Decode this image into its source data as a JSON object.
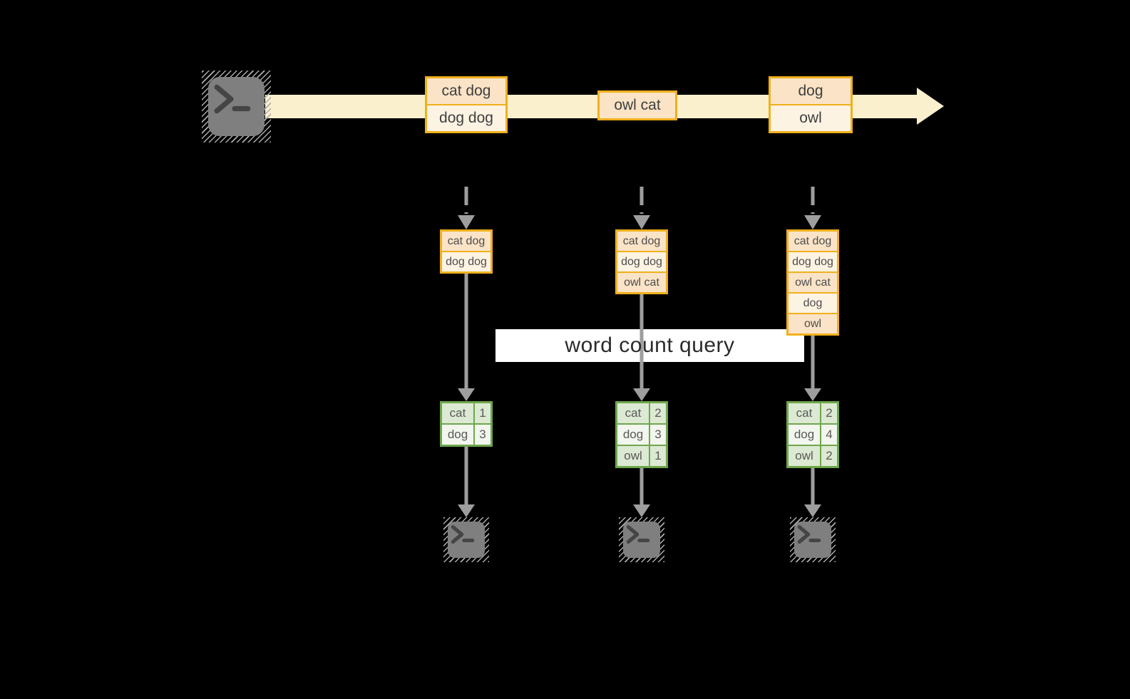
{
  "colors": {
    "background": "#000000",
    "stream_band": "#FBF0CE",
    "event_border": "#F0B01D",
    "event_fill_dark": "#FAE3C6",
    "event_fill_light": "#FDF3E3",
    "table_border": "#6FA64C",
    "table_fill_dark": "#DCE9D3",
    "table_fill_light": "#F2F6EE",
    "arrow_gray": "#9E9E9E",
    "terminal_gray": "#7F7F7F",
    "query_box": "#FFFFFF"
  },
  "source": {
    "icon": "terminal-icon"
  },
  "stream_events": [
    {
      "lines": [
        "cat dog",
        "dog dog"
      ]
    },
    {
      "lines": [
        "owl cat"
      ]
    },
    {
      "lines": [
        "dog",
        "owl"
      ]
    }
  ],
  "query": {
    "label": "word count query"
  },
  "snapshots": [
    {
      "buffer": [
        "cat dog",
        "dog dog"
      ],
      "counts": [
        {
          "word": "cat",
          "count": "1"
        },
        {
          "word": "dog",
          "count": "3"
        }
      ]
    },
    {
      "buffer": [
        "cat dog",
        "dog dog",
        "owl cat"
      ],
      "counts": [
        {
          "word": "cat",
          "count": "2"
        },
        {
          "word": "dog",
          "count": "3"
        },
        {
          "word": "owl",
          "count": "1"
        }
      ]
    },
    {
      "buffer": [
        "cat dog",
        "dog dog",
        "owl cat",
        "dog",
        "owl"
      ],
      "counts": [
        {
          "word": "cat",
          "count": "2"
        },
        {
          "word": "dog",
          "count": "4"
        },
        {
          "word": "owl",
          "count": "2"
        }
      ]
    }
  ]
}
